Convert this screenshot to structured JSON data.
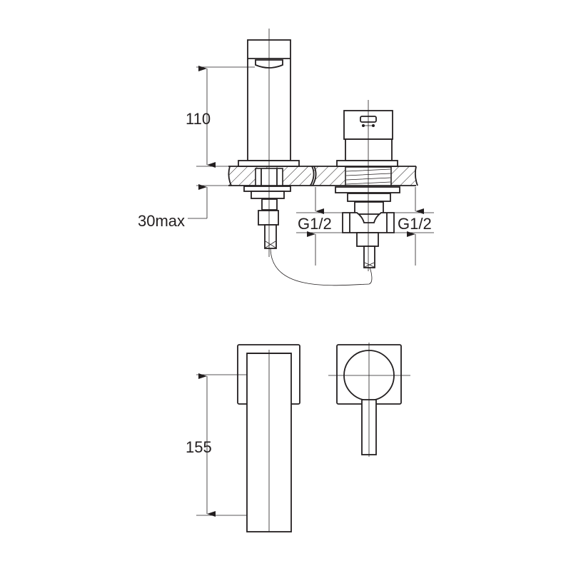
{
  "dimensions": {
    "spout_height": "110",
    "deck_thickness": "30max",
    "connection_left": "G1/2",
    "connection_right": "G1/2",
    "front_height": "155"
  },
  "colors": {
    "line": "#231f20",
    "background": "#ffffff"
  }
}
